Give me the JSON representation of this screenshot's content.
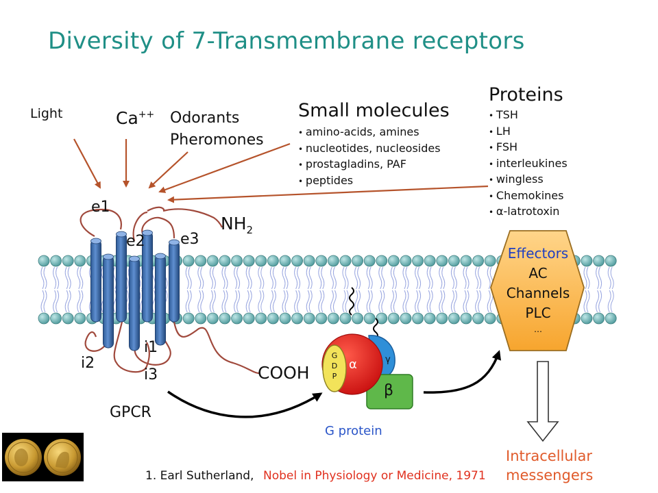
{
  "title": "Diversity of 7-Transmembrane receptors",
  "ligands": {
    "light": "Light",
    "calcium": "Ca",
    "calcium_charge": "++",
    "odorants": "Odorants",
    "pheromones": "Pheromones"
  },
  "small_molecules": {
    "heading": "Small molecules",
    "items": [
      "amino-acids, amines",
      "nucleotides, nucleosides",
      "prostagladins, PAF",
      "peptides"
    ]
  },
  "proteins": {
    "heading": "Proteins",
    "items": [
      "TSH",
      "LH",
      "FSH",
      "interleukines",
      "wingless",
      "Chemokines",
      "α-latrotoxin"
    ]
  },
  "receptor": {
    "e1": "e1",
    "e2": "e2",
    "e3": "e3",
    "i1": "i1",
    "i2": "i2",
    "i3": "i3",
    "nh2": "NH",
    "nh2_sub": "2",
    "cooh": "COOH",
    "name": "GPCR"
  },
  "gprotein": {
    "gdp_g": "G",
    "gdp_d": "D",
    "gdp_p": "P",
    "alpha": "α",
    "beta": "β",
    "gamma": "γ",
    "label": "G protein"
  },
  "effectors": {
    "heading": "Effectors",
    "items": [
      "AC",
      "Channels",
      "PLC",
      "…"
    ]
  },
  "messengers": {
    "line1": "Intracellular",
    "line2": "messengers"
  },
  "footer": {
    "person": "1. Earl Sutherland,",
    "prize": "Nobel in Physiology or Medicine, 1971"
  },
  "colors": {
    "title": "#1f8f86",
    "arrow_brown": "#b5532b",
    "helix": "#3f6fae",
    "loop": "#a0493c",
    "lipid_head": "#5ea8a8",
    "alpha": "#e31d1d",
    "beta": "#5fb84a",
    "gamma": "#2f8fd8",
    "gdp": "#f2e35a",
    "effector_fill": "#fbb34a",
    "effector_text": "#1f3fc0",
    "messenger_red": "#e05a2a",
    "footer_red": "#e0301e"
  }
}
